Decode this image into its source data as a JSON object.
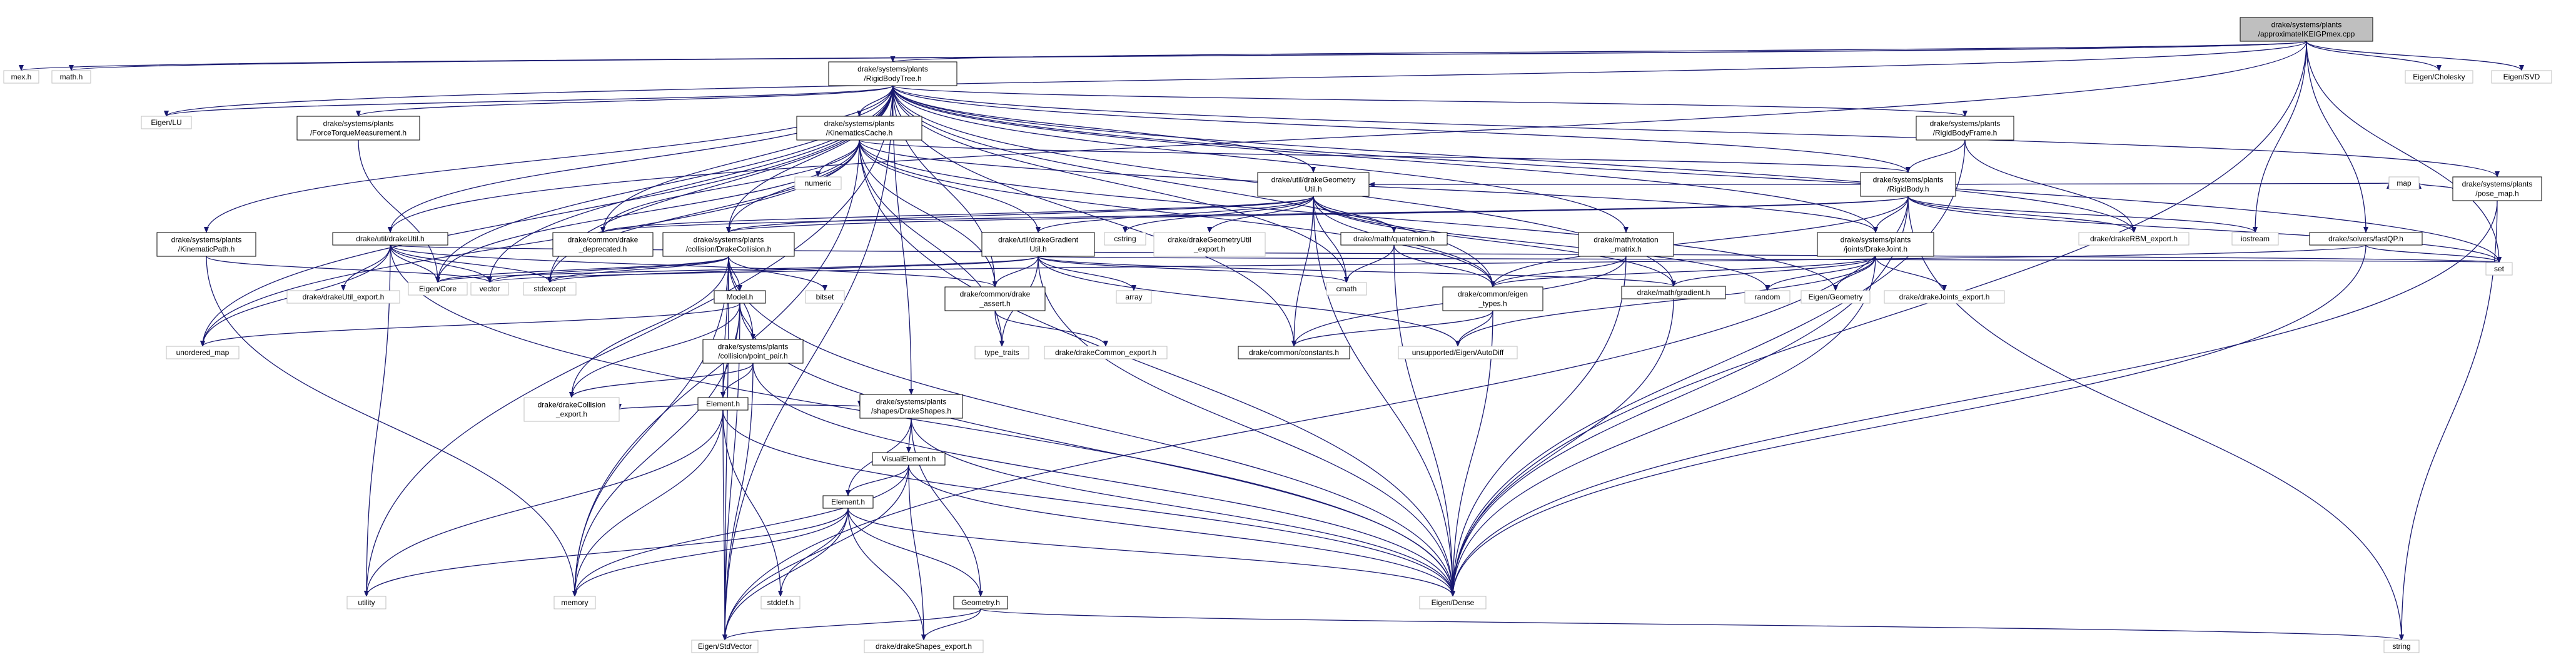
{
  "colors": {
    "edge": "#191970",
    "root_fill": "#bfbfbf",
    "node_border": "#000000",
    "external_border": "#bfbfbf"
  },
  "nodes": [
    {
      "id": "root",
      "lines": [
        "drake/systems/plants",
        "/approximateIKEIGPmex.cpp"
      ],
      "kind": "root"
    },
    {
      "id": "mex_h",
      "lines": [
        "mex.h"
      ],
      "kind": "ext"
    },
    {
      "id": "math_h",
      "lines": [
        "math.h"
      ],
      "kind": "ext"
    },
    {
      "id": "rbt",
      "lines": [
        "drake/systems/plants",
        "/RigidBodyTree.h"
      ],
      "kind": "file"
    },
    {
      "id": "eigen_chol",
      "lines": [
        "Eigen/Cholesky"
      ],
      "kind": "ext"
    },
    {
      "id": "eigen_svd",
      "lines": [
        "Eigen/SVD"
      ],
      "kind": "ext"
    },
    {
      "id": "eigen_lu",
      "lines": [
        "Eigen/LU"
      ],
      "kind": "ext"
    },
    {
      "id": "ftm",
      "lines": [
        "drake/systems/plants",
        "/ForceTorqueMeasurement.h"
      ],
      "kind": "file"
    },
    {
      "id": "kc",
      "lines": [
        "drake/systems/plants",
        "/KinematicsCache.h"
      ],
      "kind": "file"
    },
    {
      "id": "rbf",
      "lines": [
        "drake/systems/plants",
        "/RigidBodyFrame.h"
      ],
      "kind": "file"
    },
    {
      "id": "posemap",
      "lines": [
        "drake/systems/plants",
        "/pose_map.h"
      ],
      "kind": "file"
    },
    {
      "id": "numeric",
      "lines": [
        "numeric"
      ],
      "kind": "ext"
    },
    {
      "id": "dgu",
      "lines": [
        "drake/util/drakeGeometry",
        "Util.h"
      ],
      "kind": "file"
    },
    {
      "id": "rb",
      "lines": [
        "drake/systems/plants",
        "/RigidBody.h"
      ],
      "kind": "file"
    },
    {
      "id": "kp",
      "lines": [
        "drake/systems/plants",
        "/KinematicPath.h"
      ],
      "kind": "file"
    },
    {
      "id": "du",
      "lines": [
        "drake/util/drakeUtil.h"
      ],
      "kind": "file"
    },
    {
      "id": "dc",
      "lines": [
        "drake/systems/plants",
        "/collision/DrakeCollision.h"
      ],
      "kind": "file"
    },
    {
      "id": "dep",
      "lines": [
        "drake/common/drake",
        "_deprecated.h"
      ],
      "kind": "file"
    },
    {
      "id": "dgrad",
      "lines": [
        "drake/util/drakeGradient",
        "Util.h"
      ],
      "kind": "file"
    },
    {
      "id": "cstring",
      "lines": [
        "cstring"
      ],
      "kind": "ext"
    },
    {
      "id": "dgu_exp",
      "lines": [
        "drake/drakeGeometryUtil",
        "_export.h"
      ],
      "kind": "ext"
    },
    {
      "id": "quat",
      "lines": [
        "drake/math/quaternion.h"
      ],
      "kind": "file"
    },
    {
      "id": "rotm",
      "lines": [
        "drake/math/rotation",
        "_matrix.h"
      ],
      "kind": "file"
    },
    {
      "id": "joint",
      "lines": [
        "drake/systems/plants",
        "/joints/DrakeJoint.h"
      ],
      "kind": "file"
    },
    {
      "id": "rbm_exp",
      "lines": [
        "drake/drakeRBM_export.h"
      ],
      "kind": "ext"
    },
    {
      "id": "iostream",
      "lines": [
        "iostream"
      ],
      "kind": "ext"
    },
    {
      "id": "fastqp",
      "lines": [
        "drake/solvers/fastQP.h"
      ],
      "kind": "file"
    },
    {
      "id": "map",
      "lines": [
        "map"
      ],
      "kind": "ext"
    },
    {
      "id": "set",
      "lines": [
        "set"
      ],
      "kind": "ext"
    },
    {
      "id": "eigen_core",
      "lines": [
        "Eigen/Core"
      ],
      "kind": "ext"
    },
    {
      "id": "vector",
      "lines": [
        "vector"
      ],
      "kind": "ext"
    },
    {
      "id": "stdexcept",
      "lines": [
        "stdexcept"
      ],
      "kind": "ext"
    },
    {
      "id": "du_exp",
      "lines": [
        "drake/drakeUtil_export.h"
      ],
      "kind": "ext"
    },
    {
      "id": "bitset",
      "lines": [
        "bitset"
      ],
      "kind": "ext"
    },
    {
      "id": "array",
      "lines": [
        "array"
      ],
      "kind": "ext"
    },
    {
      "id": "cmath",
      "lines": [
        "cmath"
      ],
      "kind": "ext"
    },
    {
      "id": "assert",
      "lines": [
        "drake/common/drake",
        "_assert.h"
      ],
      "kind": "file"
    },
    {
      "id": "etypes",
      "lines": [
        "drake/common/eigen",
        "_types.h"
      ],
      "kind": "file"
    },
    {
      "id": "mgrad",
      "lines": [
        "drake/math/gradient.h"
      ],
      "kind": "file"
    },
    {
      "id": "random",
      "lines": [
        "random"
      ],
      "kind": "ext"
    },
    {
      "id": "eigen_geo",
      "lines": [
        "Eigen/Geometry"
      ],
      "kind": "ext"
    },
    {
      "id": "dj_exp",
      "lines": [
        "drake/drakeJoints_export.h"
      ],
      "kind": "ext"
    },
    {
      "id": "umap",
      "lines": [
        "unordered_map"
      ],
      "kind": "ext"
    },
    {
      "id": "model",
      "lines": [
        "Model.h"
      ],
      "kind": "file"
    },
    {
      "id": "typetraits",
      "lines": [
        "type_traits"
      ],
      "kind": "ext"
    },
    {
      "id": "dcommon_exp",
      "lines": [
        "drake/drakeCommon_export.h"
      ],
      "kind": "ext"
    },
    {
      "id": "autodiff",
      "lines": [
        "unsupported/Eigen/AutoDiff"
      ],
      "kind": "ext"
    },
    {
      "id": "consts",
      "lines": [
        "drake/common/constants.h"
      ],
      "kind": "file"
    },
    {
      "id": "pointpair",
      "lines": [
        "drake/systems/plants",
        "/collision/point_pair.h"
      ],
      "kind": "file"
    },
    {
      "id": "element_c",
      "lines": [
        "Element.h"
      ],
      "kind": "file"
    },
    {
      "id": "dcoll_exp",
      "lines": [
        "drake/drakeCollision",
        "_export.h"
      ],
      "kind": "ext"
    },
    {
      "id": "shapes",
      "lines": [
        "drake/systems/plants",
        "/shapes/DrakeShapes.h"
      ],
      "kind": "file"
    },
    {
      "id": "visel",
      "lines": [
        "VisualElement.h"
      ],
      "kind": "file"
    },
    {
      "id": "element_s",
      "lines": [
        "Element.h"
      ],
      "kind": "file"
    },
    {
      "id": "utility",
      "lines": [
        "utility"
      ],
      "kind": "ext"
    },
    {
      "id": "memory",
      "lines": [
        "memory"
      ],
      "kind": "ext"
    },
    {
      "id": "stddef",
      "lines": [
        "stddef.h"
      ],
      "kind": "ext"
    },
    {
      "id": "geometry",
      "lines": [
        "Geometry.h"
      ],
      "kind": "file"
    },
    {
      "id": "eigen_dense",
      "lines": [
        "Eigen/Dense"
      ],
      "kind": "ext"
    },
    {
      "id": "eigen_stdvec",
      "lines": [
        "Eigen/StdVector"
      ],
      "kind": "ext"
    },
    {
      "id": "dshapes_exp",
      "lines": [
        "drake/drakeShapes_export.h"
      ],
      "kind": "ext"
    },
    {
      "id": "string",
      "lines": [
        "string"
      ],
      "kind": "ext"
    }
  ],
  "edges": [
    [
      "root",
      "mex_h"
    ],
    [
      "root",
      "math_h"
    ],
    [
      "root",
      "rbt"
    ],
    [
      "root",
      "eigen_chol"
    ],
    [
      "root",
      "eigen_svd"
    ],
    [
      "root",
      "eigen_lu"
    ],
    [
      "root",
      "du"
    ],
    [
      "root",
      "fastqp"
    ],
    [
      "root",
      "iostream"
    ],
    [
      "root",
      "set"
    ],
    [
      "root",
      "eigen_dense"
    ],
    [
      "rbt",
      "eigen_lu"
    ],
    [
      "rbt",
      "ftm"
    ],
    [
      "rbt",
      "kc"
    ],
    [
      "rbt",
      "rbf"
    ],
    [
      "rbt",
      "posemap"
    ],
    [
      "rbt",
      "kp"
    ],
    [
      "rbt",
      "du"
    ],
    [
      "rbt",
      "dc"
    ],
    [
      "rbt",
      "dep"
    ],
    [
      "rbt",
      "dgu"
    ],
    [
      "rbt",
      "rb"
    ],
    [
      "rbt",
      "rotm"
    ],
    [
      "rbt",
      "joint"
    ],
    [
      "rbt",
      "rbm_exp"
    ],
    [
      "rbt",
      "set"
    ],
    [
      "rbt",
      "eigen_core"
    ],
    [
      "rbt",
      "vector"
    ],
    [
      "rbt",
      "stdexcept"
    ],
    [
      "rbt",
      "umap"
    ],
    [
      "rbt",
      "shapes"
    ],
    [
      "rbt",
      "assert"
    ],
    [
      "rbt",
      "etypes"
    ],
    [
      "rbt",
      "utility"
    ],
    [
      "rbt",
      "eigen_stdvec"
    ],
    [
      "rbt",
      "consts"
    ],
    [
      "rbt",
      "cmath"
    ],
    [
      "rbt",
      "mgrad"
    ],
    [
      "ftm",
      "eigen_core"
    ],
    [
      "kc",
      "numeric"
    ],
    [
      "kc",
      "rb"
    ],
    [
      "kc",
      "joint"
    ],
    [
      "kc",
      "dep"
    ],
    [
      "kc",
      "dgrad"
    ],
    [
      "kc",
      "dc"
    ],
    [
      "kc",
      "eigen_core"
    ],
    [
      "kc",
      "assert"
    ],
    [
      "kc",
      "etypes"
    ],
    [
      "kc",
      "umap"
    ],
    [
      "kc",
      "stdexcept"
    ],
    [
      "kc",
      "eigen_dense"
    ],
    [
      "kc",
      "typetraits"
    ],
    [
      "kc",
      "eigen_geo"
    ],
    [
      "kc",
      "memory"
    ],
    [
      "rbf",
      "rb"
    ],
    [
      "rbf",
      "rbm_exp"
    ],
    [
      "rbf",
      "eigen_dense"
    ],
    [
      "posemap",
      "map"
    ],
    [
      "posemap",
      "eigen_dense"
    ],
    [
      "posemap",
      "string"
    ],
    [
      "dgu",
      "dep"
    ],
    [
      "dgu",
      "dgrad"
    ],
    [
      "dgu",
      "cstring"
    ],
    [
      "dgu",
      "dgu_exp"
    ],
    [
      "dgu",
      "quat"
    ],
    [
      "dgu",
      "cmath"
    ],
    [
      "dgu",
      "consts"
    ],
    [
      "dgu",
      "etypes"
    ],
    [
      "dgu",
      "eigen_dense"
    ],
    [
      "dgu",
      "random"
    ],
    [
      "dgu",
      "mgrad"
    ],
    [
      "dgu",
      "dc"
    ],
    [
      "rb",
      "dgu"
    ],
    [
      "rb",
      "joint"
    ],
    [
      "rb",
      "dc"
    ],
    [
      "rb",
      "rbm_exp"
    ],
    [
      "rb",
      "iostream"
    ],
    [
      "rb",
      "map"
    ],
    [
      "rb",
      "set"
    ],
    [
      "rb",
      "string"
    ],
    [
      "rb",
      "eigen_dense"
    ],
    [
      "rb",
      "eigen_stdvec"
    ],
    [
      "rb",
      "etypes"
    ],
    [
      "rb",
      "dep"
    ],
    [
      "kp",
      "vector"
    ],
    [
      "kp",
      "memory"
    ],
    [
      "du",
      "du_exp"
    ],
    [
      "du",
      "eigen_core"
    ],
    [
      "du",
      "vector"
    ],
    [
      "du",
      "stdexcept"
    ],
    [
      "du",
      "umap"
    ],
    [
      "du",
      "utility"
    ],
    [
      "du",
      "assert"
    ],
    [
      "du",
      "eigen_dense"
    ],
    [
      "du",
      "set"
    ],
    [
      "dc",
      "model"
    ],
    [
      "dc",
      "element_c"
    ],
    [
      "dc",
      "pointpair"
    ],
    [
      "dc",
      "dcoll_exp"
    ],
    [
      "dc",
      "stdexcept"
    ],
    [
      "dc",
      "vector"
    ],
    [
      "dc",
      "bitset"
    ],
    [
      "dc",
      "memory"
    ],
    [
      "dc",
      "eigen_stdvec"
    ],
    [
      "dc",
      "eigen_dense"
    ],
    [
      "dc",
      "eigen_core"
    ],
    [
      "dgrad",
      "assert"
    ],
    [
      "dgrad",
      "array"
    ],
    [
      "dgrad",
      "cmath"
    ],
    [
      "dgrad",
      "eigen_core"
    ],
    [
      "dgrad",
      "stdexcept"
    ],
    [
      "dgrad",
      "typetraits"
    ],
    [
      "dgrad",
      "eigen_dense"
    ],
    [
      "dgrad",
      "autodiff"
    ],
    [
      "dgrad",
      "set"
    ],
    [
      "dgrad",
      "mgrad"
    ],
    [
      "quat",
      "cmath"
    ],
    [
      "quat",
      "etypes"
    ],
    [
      "quat",
      "eigen_dense"
    ],
    [
      "rotm",
      "etypes"
    ],
    [
      "rotm",
      "eigen_dense"
    ],
    [
      "rotm",
      "consts"
    ],
    [
      "joint",
      "eigen_geo"
    ],
    [
      "joint",
      "random"
    ],
    [
      "joint",
      "dj_exp"
    ],
    [
      "joint",
      "etypes"
    ],
    [
      "joint",
      "mgrad"
    ],
    [
      "joint",
      "eigen_dense"
    ],
    [
      "joint",
      "autodiff"
    ],
    [
      "fastqp",
      "set"
    ],
    [
      "fastqp",
      "eigen_dense"
    ],
    [
      "fastqp",
      "vector"
    ],
    [
      "assert",
      "typetraits"
    ],
    [
      "assert",
      "dcommon_exp"
    ],
    [
      "etypes",
      "consts"
    ],
    [
      "etypes",
      "autodiff"
    ],
    [
      "etypes",
      "eigen_dense"
    ],
    [
      "mgrad",
      "eigen_dense"
    ],
    [
      "model",
      "umap"
    ],
    [
      "model",
      "pointpair"
    ],
    [
      "model",
      "element_c"
    ],
    [
      "model",
      "dcoll_exp"
    ],
    [
      "model",
      "memory"
    ],
    [
      "model",
      "eigen_stdvec"
    ],
    [
      "model",
      "eigen_dense"
    ],
    [
      "pointpair",
      "element_c"
    ],
    [
      "pointpair",
      "dcoll_exp"
    ],
    [
      "pointpair",
      "eigen_dense"
    ],
    [
      "pointpair",
      "eigen_stdvec"
    ],
    [
      "element_c",
      "shapes"
    ],
    [
      "element_c",
      "dcoll_exp"
    ],
    [
      "element_c",
      "utility"
    ],
    [
      "element_c",
      "memory"
    ],
    [
      "element_c",
      "stddef"
    ],
    [
      "element_c",
      "eigen_stdvec"
    ],
    [
      "element_c",
      "eigen_dense"
    ],
    [
      "shapes",
      "visel"
    ],
    [
      "shapes",
      "element_s"
    ],
    [
      "shapes",
      "geometry"
    ],
    [
      "shapes",
      "eigen_dense"
    ],
    [
      "visel",
      "element_s"
    ],
    [
      "visel",
      "memory"
    ],
    [
      "visel",
      "eigen_dense"
    ],
    [
      "visel",
      "eigen_stdvec"
    ],
    [
      "visel",
      "dshapes_exp"
    ],
    [
      "element_s",
      "geometry"
    ],
    [
      "element_s",
      "utility"
    ],
    [
      "element_s",
      "memory"
    ],
    [
      "element_s",
      "stddef"
    ],
    [
      "element_s",
      "eigen_dense"
    ],
    [
      "element_s",
      "eigen_stdvec"
    ],
    [
      "element_s",
      "dshapes_exp"
    ],
    [
      "geometry",
      "eigen_stdvec"
    ],
    [
      "geometry",
      "dshapes_exp"
    ],
    [
      "geometry",
      "string"
    ]
  ]
}
